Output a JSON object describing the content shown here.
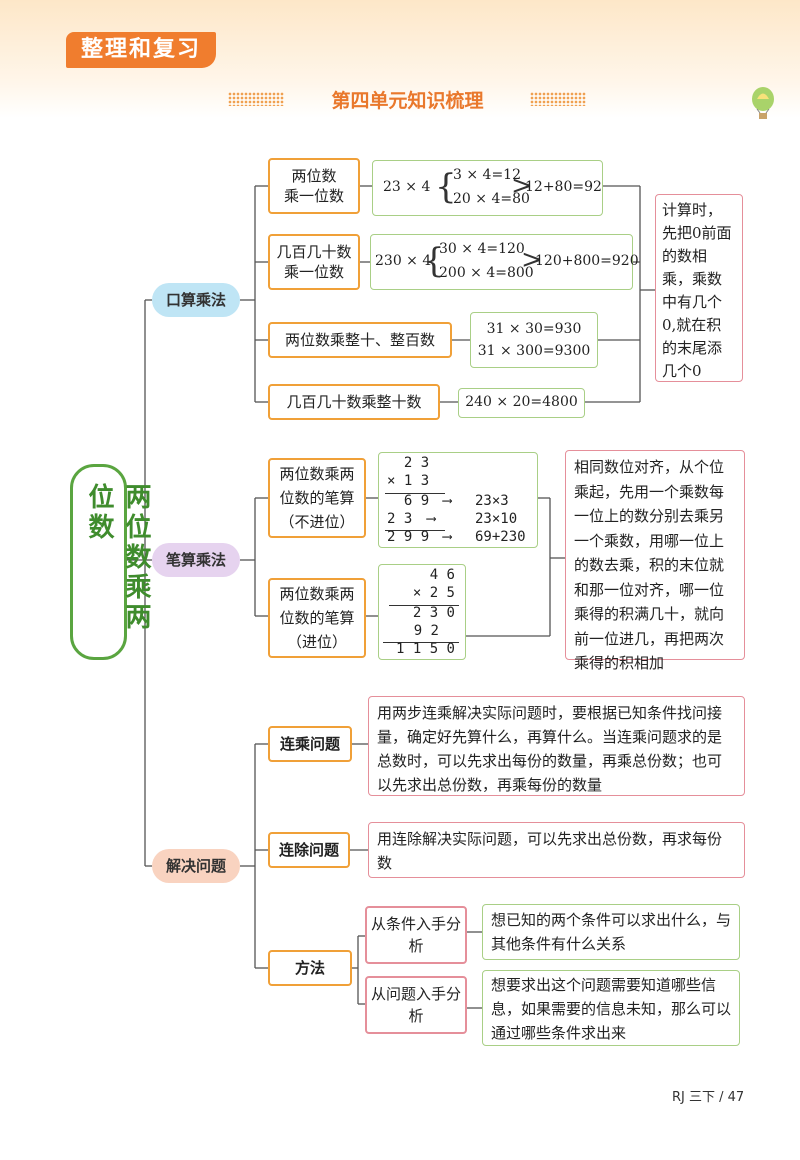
{
  "header": {
    "tag": "整理和复习",
    "title": "第四单元知识梳理"
  },
  "root": "两位数乘两位数",
  "oral": {
    "label": "口算乘法",
    "items": [
      {
        "label_1": "两位数",
        "label_2": "乘一位数",
        "ex_left": "23 × 4",
        "ex_top": "3 × 4=12",
        "ex_bottom": "20 × 4=80",
        "ex_result": "12+80=92"
      },
      {
        "label_1": "几百几十数",
        "label_2": "乘一位数",
        "ex_left": "230 × 4",
        "ex_top": "30 × 4=120",
        "ex_bottom": "200 × 4=800",
        "ex_result": "120+800=920"
      },
      {
        "label_1": "两位数乘整十、整百数",
        "ex_line1": "31 × 30=930",
        "ex_line2": "31 × 300=9300"
      },
      {
        "label_1": "几百几十数乘整十数",
        "ex_line1": "240 × 20=4800"
      }
    ],
    "note": "计算时，先把0前面的数相乘，乘数中有几个0,就在积的末尾添几个0"
  },
  "written": {
    "label": "笔算乘法",
    "items": [
      {
        "label": "两位数乘两位数的笔算（不进位）",
        "calc": {
          "row1": "2 3",
          "row2": "× 1 3",
          "row3": "6 9",
          "row4": "2 3",
          "row5": "2 9 9"
        },
        "side": [
          "23×3",
          "23×10",
          "69+230"
        ]
      },
      {
        "label": "两位数乘两位数的笔算（进位）",
        "calc": {
          "row1": "4 6",
          "row2": "× 2 5",
          "row3": "2 3 0",
          "row4": "9 2",
          "row5": "1 1 5 0"
        }
      }
    ],
    "note": "相同数位对齐，从个位乘起，先用一个乘数每一位上的数分别去乘另一个乘数，用哪一位上的数去乘，积的末位就和那一位对齐，哪一位乘得的积满几十，就向前一位进几，再把两次乘得的积相加"
  },
  "problems": {
    "label": "解决问题",
    "items": [
      {
        "label": "连乘问题",
        "desc": "用两步连乘解决实际问题时，要根据已知条件找问接量，确定好先算什么，再算什么。当连乘问题求的是总数时，可以先求出每份的数量，再乘总份数；也可以先求出总份数，再乘每份的数量"
      },
      {
        "label": "连除问题",
        "desc": "用连除解决实际问题，可以先求出总份数，再求每份数"
      },
      {
        "label": "方法",
        "subs": [
          {
            "label": "从条件入手分析",
            "desc": "想已知的两个条件可以求出什么，与其他条件有什么关系"
          },
          {
            "label": "从问题入手分析",
            "desc": "想要求出这个问题需要知道哪些信息，如果需要的信息未知，那么可以通过哪些条件求出来"
          }
        ]
      }
    ]
  },
  "footer": "RJ 三下 / 47",
  "colors": {
    "orange": "#f07d2e",
    "green": "#5aa540",
    "box_border": "#f0a038",
    "note_border": "#e58f9a"
  }
}
